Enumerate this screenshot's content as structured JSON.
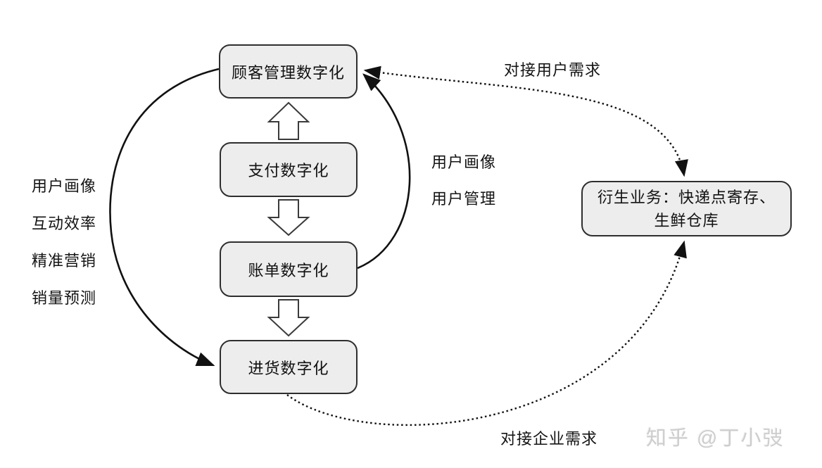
{
  "diagram": {
    "boxes": {
      "customer": {
        "label": "顾客管理数字化"
      },
      "payment": {
        "label": "支付数字化"
      },
      "billing": {
        "label": "账单数字化"
      },
      "purchase": {
        "label": "进货数字化"
      },
      "derivative": {
        "line1": "衍生业务：快递点寄存、",
        "line2": "生鲜仓库"
      }
    },
    "left_labels": [
      "用户画像",
      "互动效率",
      "精准营销",
      "销量预测"
    ],
    "middle_labels": [
      "用户画像",
      "用户管理"
    ],
    "edge_labels": {
      "top": "对接用户需求",
      "bottom": "对接企业需求"
    },
    "watermark": "知乎 @丁小弢",
    "colors": {
      "box_fill": "#ededed",
      "box_border": "#2e2e2e",
      "arrow_stroke": "#111111",
      "block_arrow_fill": "#ffffff",
      "watermark": "#cdcdcd",
      "background": "#ffffff"
    }
  }
}
